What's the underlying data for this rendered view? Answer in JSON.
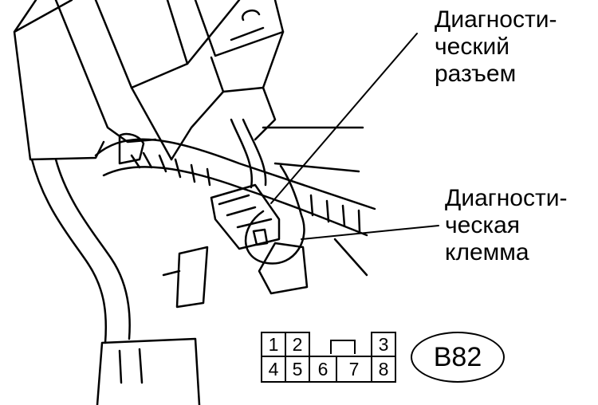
{
  "callouts": {
    "diagnostic_connector": [
      "Диагности-",
      "ческий",
      "разъем"
    ],
    "diagnostic_terminal": [
      "Диагности-",
      "ческая",
      "клемма"
    ]
  },
  "connector_pins": {
    "top_row": [
      "1",
      "2",
      "3"
    ],
    "bottom_row": [
      "4",
      "5",
      "6",
      "7",
      "8"
    ]
  },
  "reference_code": "B82",
  "colors": {
    "line": "#000000",
    "background": "#ffffff"
  }
}
